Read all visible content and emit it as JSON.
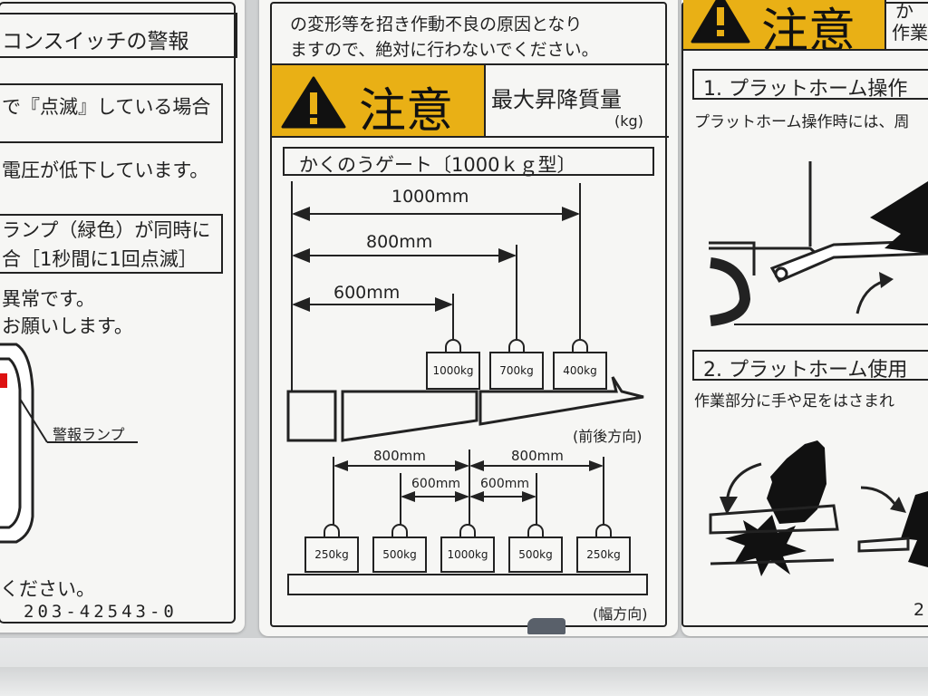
{
  "left_panel": {
    "heading": "コンスイッチの警報",
    "line1": "で『点滅』している場合",
    "line2": "電圧が低下しています。",
    "line3": "ランプ（緑色）が同時に",
    "line4": "合［1秒間に1回点滅］",
    "line5": "異常です。",
    "line6": "お願いします。",
    "lamp_label": "警報ランプ",
    "bottom_text": "ください。",
    "part_number": "203-42543-0"
  },
  "center_panel": {
    "top_line1": "の変形等を招き作動不良の原因となり",
    "top_line2": "ますので、絶対に行わないでください。",
    "caution": "注意",
    "max_load_title": "最大昇降質量",
    "max_load_unit": "(kg)",
    "gate_title": "かくのうゲート〔1000ｋｇ型〕",
    "dims_front": [
      "1000mm",
      "800mm",
      "600mm"
    ],
    "weights_front": [
      "1000kg",
      "700kg",
      "400kg"
    ],
    "front_back_label": "(前後方向)",
    "dims_width_outer": [
      "800mm",
      "800mm"
    ],
    "dims_width_inner": [
      "600mm",
      "600mm"
    ],
    "weights_width": [
      "250kg",
      "500kg",
      "1000kg",
      "500kg",
      "250kg"
    ],
    "width_label": "(幅方向)"
  },
  "right_panel": {
    "caution": "注意",
    "side_text_top": "か",
    "side_text_bottom": "作業",
    "section1_title": "1. プラットホーム操作",
    "section1_text": "プラットホーム操作時には、周",
    "section2_title": "2. プラットホーム使用",
    "section2_text": "作業部分に手や足をはさまれ",
    "corner_number": "2"
  },
  "colors": {
    "caution_yellow": "#e9b015",
    "ink": "#1a1a1a",
    "sticker": "#f6f6f4"
  }
}
